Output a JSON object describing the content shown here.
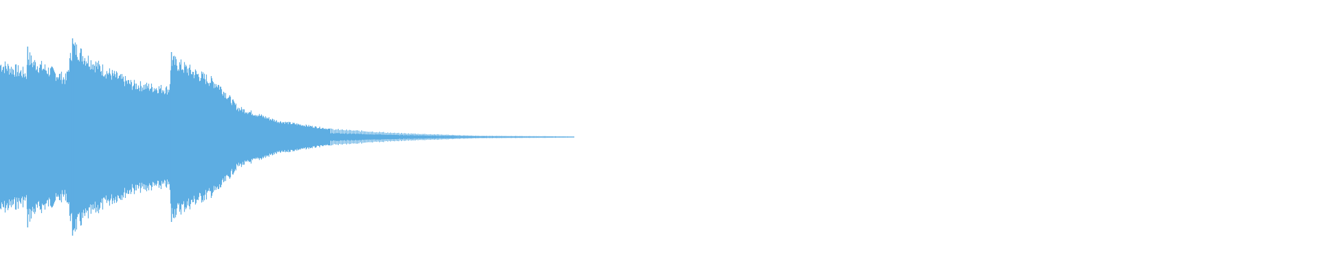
{
  "waveform": {
    "color": "#5dade2",
    "background": "#ffffff",
    "envelope": [
      [
        0.0,
        0.55
      ],
      [
        0.02,
        0.48
      ],
      [
        0.021,
        0.62
      ],
      [
        0.024,
        0.57
      ],
      [
        0.05,
        0.44
      ],
      [
        0.055,
        0.69
      ],
      [
        0.065,
        0.6
      ],
      [
        0.08,
        0.5
      ],
      [
        0.1,
        0.4
      ],
      [
        0.128,
        0.36
      ],
      [
        0.13,
        0.58
      ],
      [
        0.145,
        0.5
      ],
      [
        0.165,
        0.4
      ],
      [
        0.18,
        0.22
      ],
      [
        0.21,
        0.12
      ],
      [
        0.25,
        0.06
      ],
      [
        0.3,
        0.03
      ],
      [
        0.36,
        0.01
      ],
      [
        0.435,
        0.004
      ]
    ],
    "transients": [
      [
        0.021,
        0.66
      ],
      [
        0.055,
        0.72
      ],
      [
        0.13,
        0.62
      ]
    ]
  }
}
